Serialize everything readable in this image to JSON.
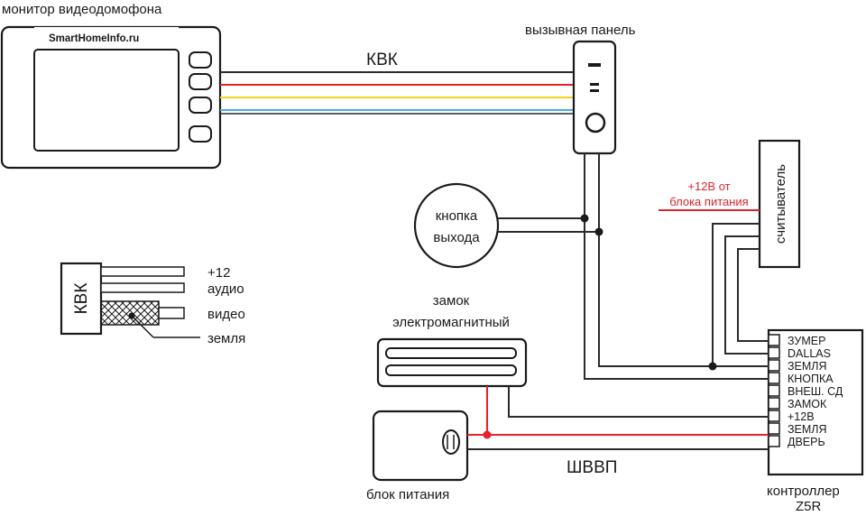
{
  "watermark": "SmartHomeInfo.ru",
  "labels": {
    "monitor": "монитор видеодомофона",
    "call_panel": "вызывная панель",
    "kvk_top": "КВК",
    "exit_button_line1": "кнопка",
    "exit_button_line2": "выхода",
    "power_note_line1": "+12В от",
    "power_note_line2": "блока питания",
    "reader": "считыватель",
    "lock_line1": "замок",
    "lock_line2": "электромагнитный",
    "psu": "блок питания",
    "shvvp": "ШВВП",
    "controller_line1": "контроллер",
    "controller_line2": "Z5R"
  },
  "kvk_legend": {
    "title": "КВК",
    "wires": [
      "+12",
      "аудио",
      "видео",
      "земля"
    ]
  },
  "controller_terminals": [
    "ЗУМЕР",
    "DALLAS",
    "ЗЕМЛЯ",
    "КНОПКА",
    "ВНЕШ. СД",
    "ЗАМОК",
    "+12В",
    "ЗЕМЛЯ",
    "ДВЕРЬ"
  ],
  "colors": {
    "red_wire": "#e8212a",
    "yellow_wire": "#f2d21e",
    "blue_wire": "#4aa8e8",
    "note_red": "#d9262d"
  }
}
